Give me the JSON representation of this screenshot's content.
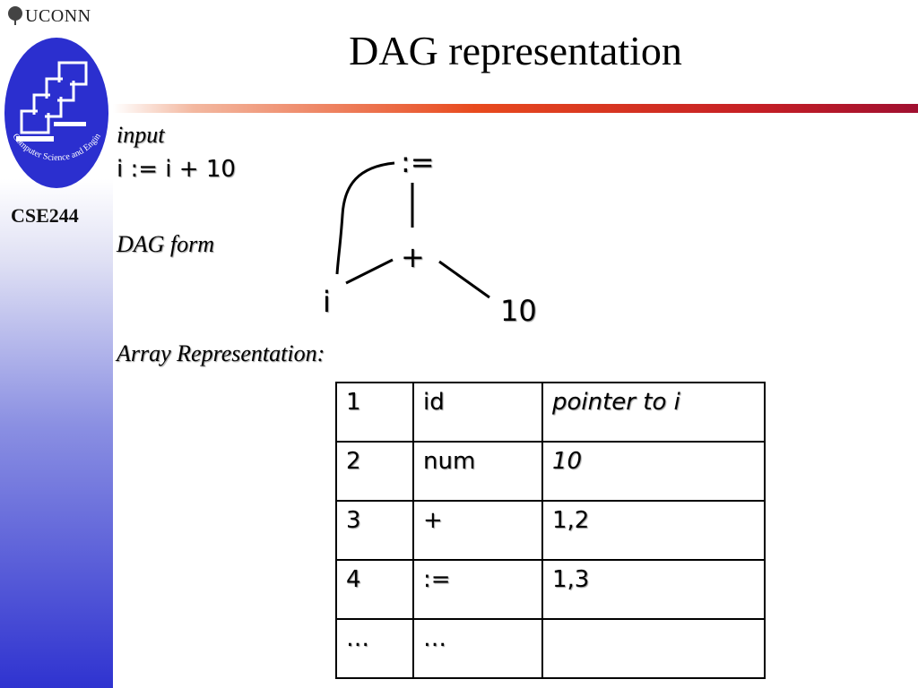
{
  "header": {
    "university": "UCONN",
    "course": "CSE244",
    "logo_text": "Computer Science and Engineering"
  },
  "slide": {
    "title": "DAG representation"
  },
  "input": {
    "label": "input",
    "code": "i := i + 10"
  },
  "dag": {
    "label": "DAG form",
    "nodes": {
      "assign": ":=",
      "plus": "+",
      "var": "i",
      "num": "10"
    }
  },
  "array": {
    "label": "Array Representation:",
    "rows": [
      {
        "index": "1",
        "op": "id",
        "value": "pointer to i"
      },
      {
        "index": "2",
        "op": "num",
        "value": "10"
      },
      {
        "index": "3",
        "op": "+",
        "value": "1,2"
      },
      {
        "index": "4",
        "op": ":=",
        "value": "1,3"
      },
      {
        "index": "…",
        "op": "…",
        "value": ""
      }
    ]
  },
  "colors": {
    "sidebar_bottom": "#2f33d0",
    "logo_blue": "#2b2fcf",
    "rule_red": "#c51f25",
    "rule_orange": "#e84a1e"
  }
}
